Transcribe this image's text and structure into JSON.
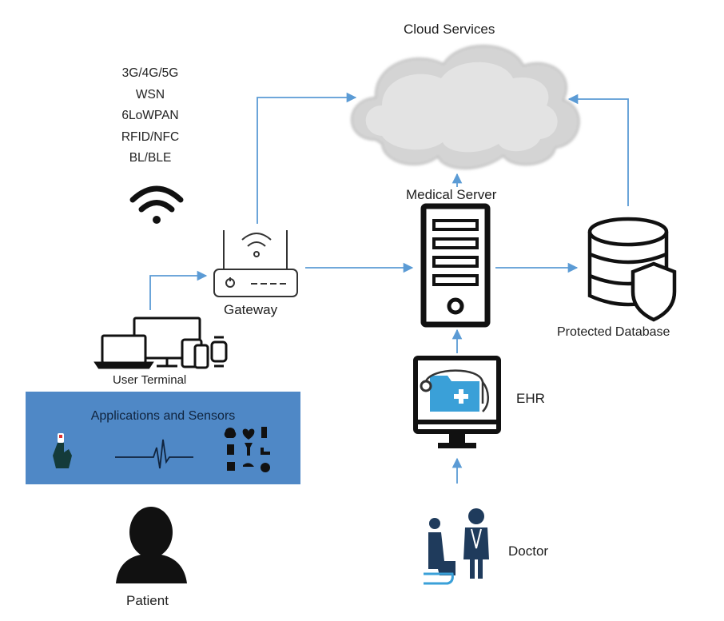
{
  "labels": {
    "cloud": "Cloud Services",
    "medical_server": "Medical Server",
    "gateway": "Gateway",
    "protected_database": "Protected Database",
    "user_terminal": "User Terminal",
    "applications_sensors": "Applications and Sensors",
    "ehr": "EHR",
    "doctor": "Doctor",
    "patient": "Patient"
  },
  "protocols": [
    "3G/4G/5G",
    "WSN",
    "6LoWPAN",
    "RFID/NFC",
    "BL/BLE"
  ],
  "colors": {
    "arrow": "#5b9bd5",
    "band": "#4f88c6",
    "icon_dark": "#1a1a1a",
    "doctor_blue": "#1f3b5c",
    "folder_blue": "#3aa0d8"
  }
}
